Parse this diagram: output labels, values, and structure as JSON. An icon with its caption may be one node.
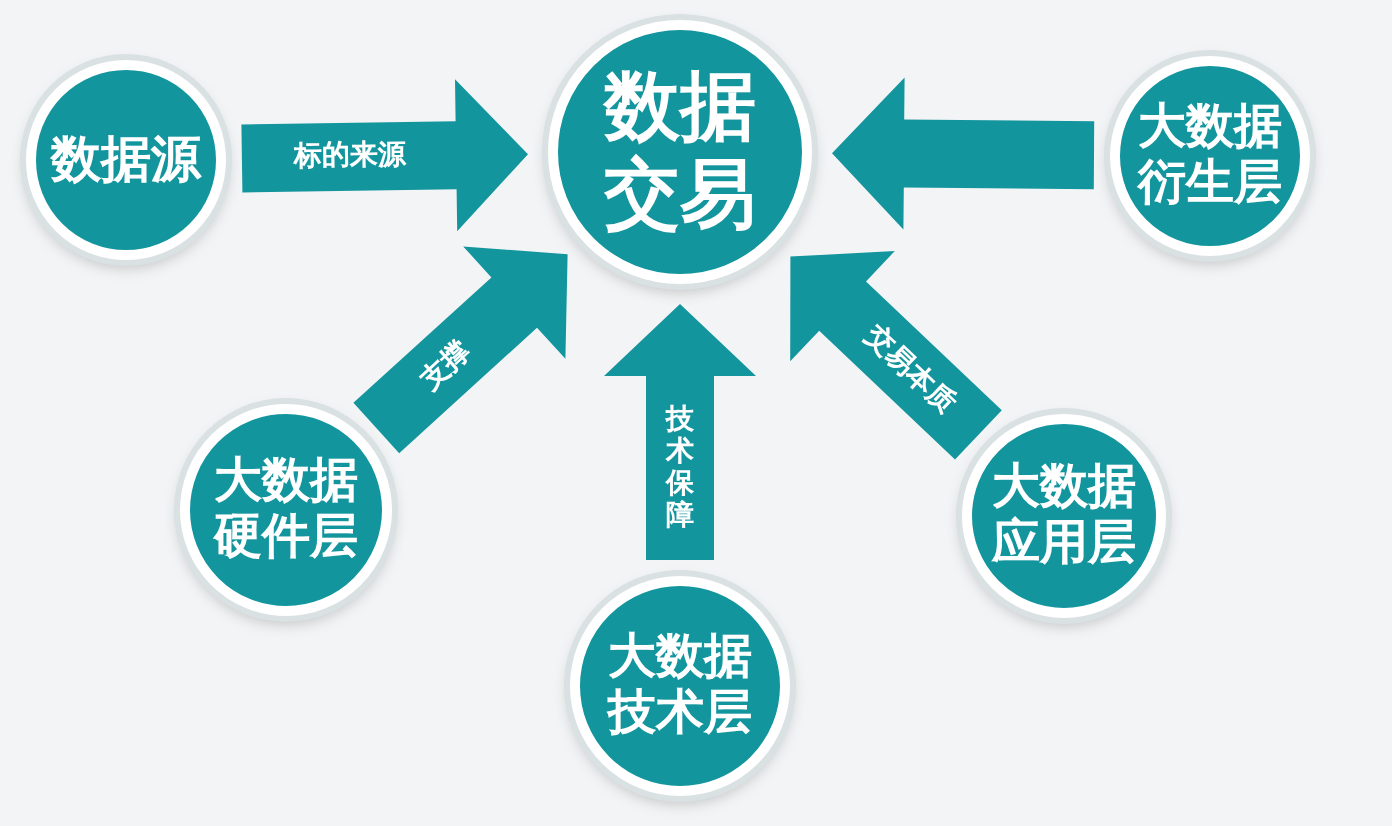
{
  "diagram": {
    "nodes": [
      {
        "text": [
          "数据交易"
        ]
      },
      {
        "text": [
          "数据源"
        ]
      },
      {
        "text": [
          "大数据衍生层"
        ]
      },
      {
        "text": [
          "大数据硬件层"
        ]
      },
      {
        "text": [
          "大数据技术层"
        ]
      },
      {
        "text": [
          "大数据应用层"
        ]
      }
    ],
    "edges": [
      {
        "from": 1,
        "to": 0,
        "arrow": "to",
        "label": "标的来源"
      },
      {
        "from": 2,
        "to": 0,
        "arrow": "to"
      },
      {
        "from": 3,
        "to": 0,
        "arrow": "to",
        "label": "支撑"
      },
      {
        "from": 4,
        "to": 0,
        "arrow": "to",
        "label": "技术保障"
      },
      {
        "from": 5,
        "to": 0,
        "arrow": "to",
        "label": "交易本质"
      }
    ]
  }
}
